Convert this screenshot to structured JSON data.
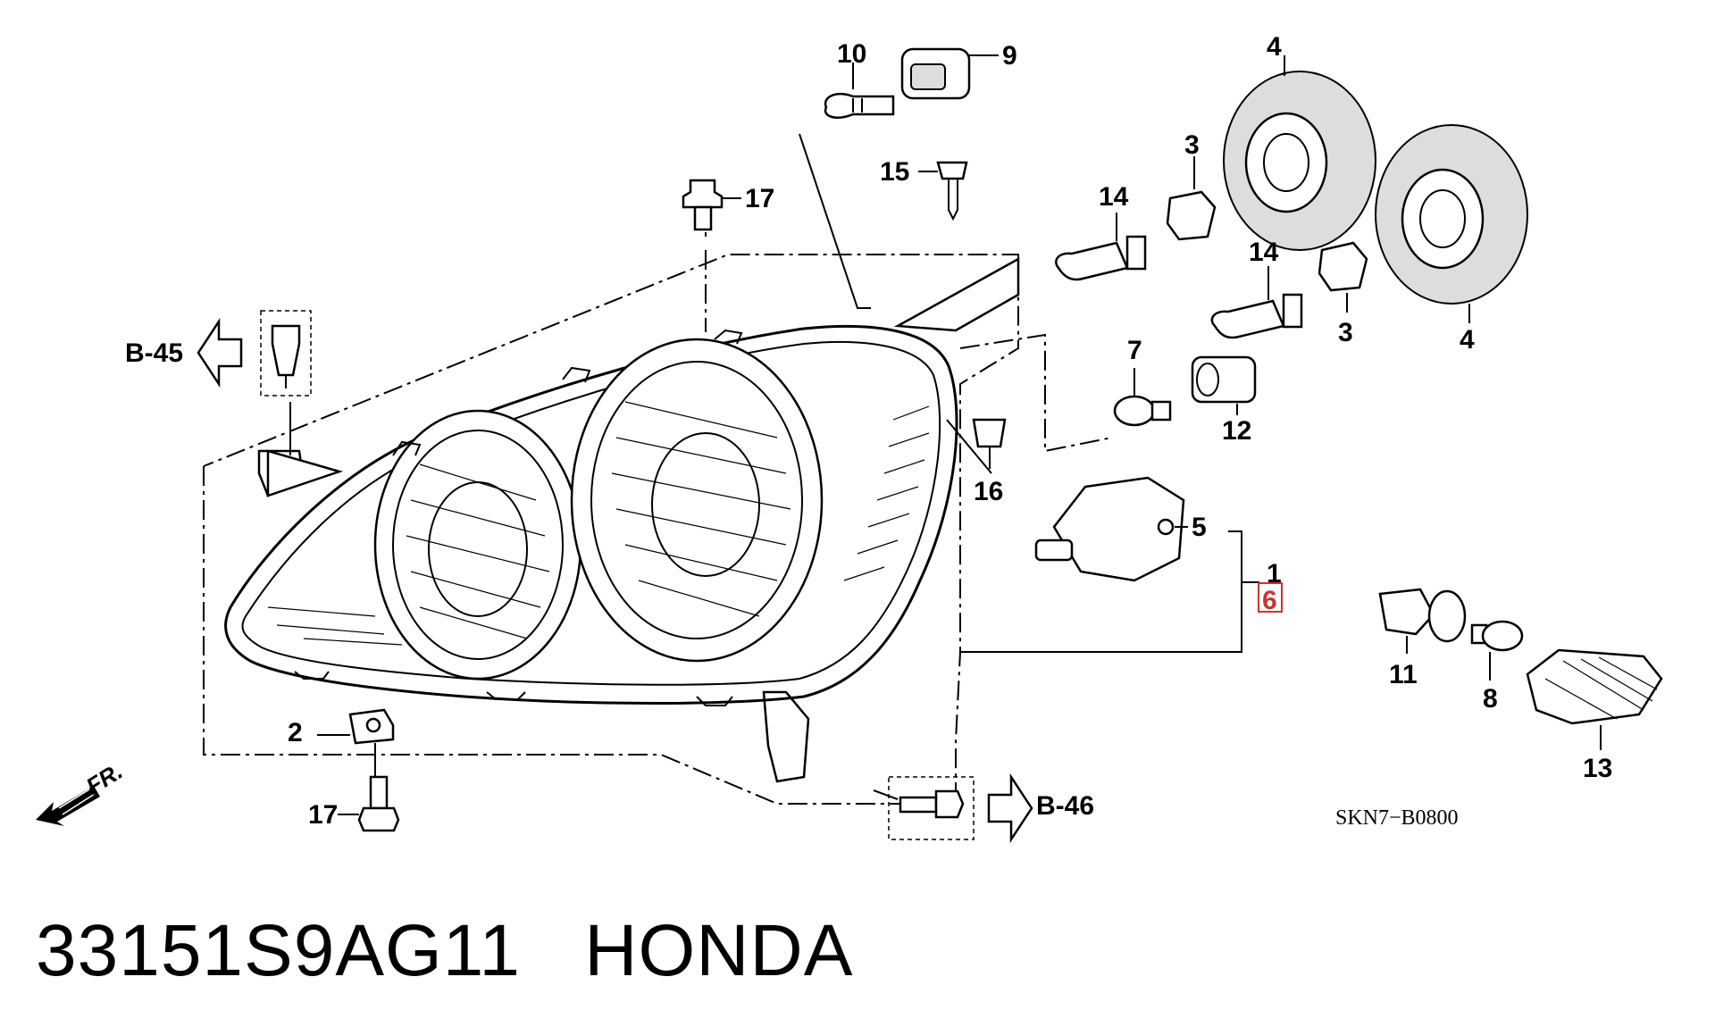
{
  "callouts": {
    "n10": "10",
    "n9": "9",
    "n4a": "4",
    "n3a": "3",
    "n14a": "14",
    "n17a": "17",
    "n15": "15",
    "n14b": "14",
    "n3b": "3",
    "n4b": "4",
    "n7": "7",
    "n12": "12",
    "n16": "16",
    "n5": "5",
    "n1": "1",
    "n6": "6",
    "n11": "11",
    "n8": "8",
    "n13": "13",
    "n2": "2",
    "n17b": "17"
  },
  "references": {
    "left": "B-45",
    "right": "B-46"
  },
  "front_marker": "FR.",
  "diagram_code": "SKN7−B0800",
  "footer": {
    "part_number": "33151S9AG11",
    "brand": "HONDA"
  },
  "highlight_color": "#cc3333"
}
